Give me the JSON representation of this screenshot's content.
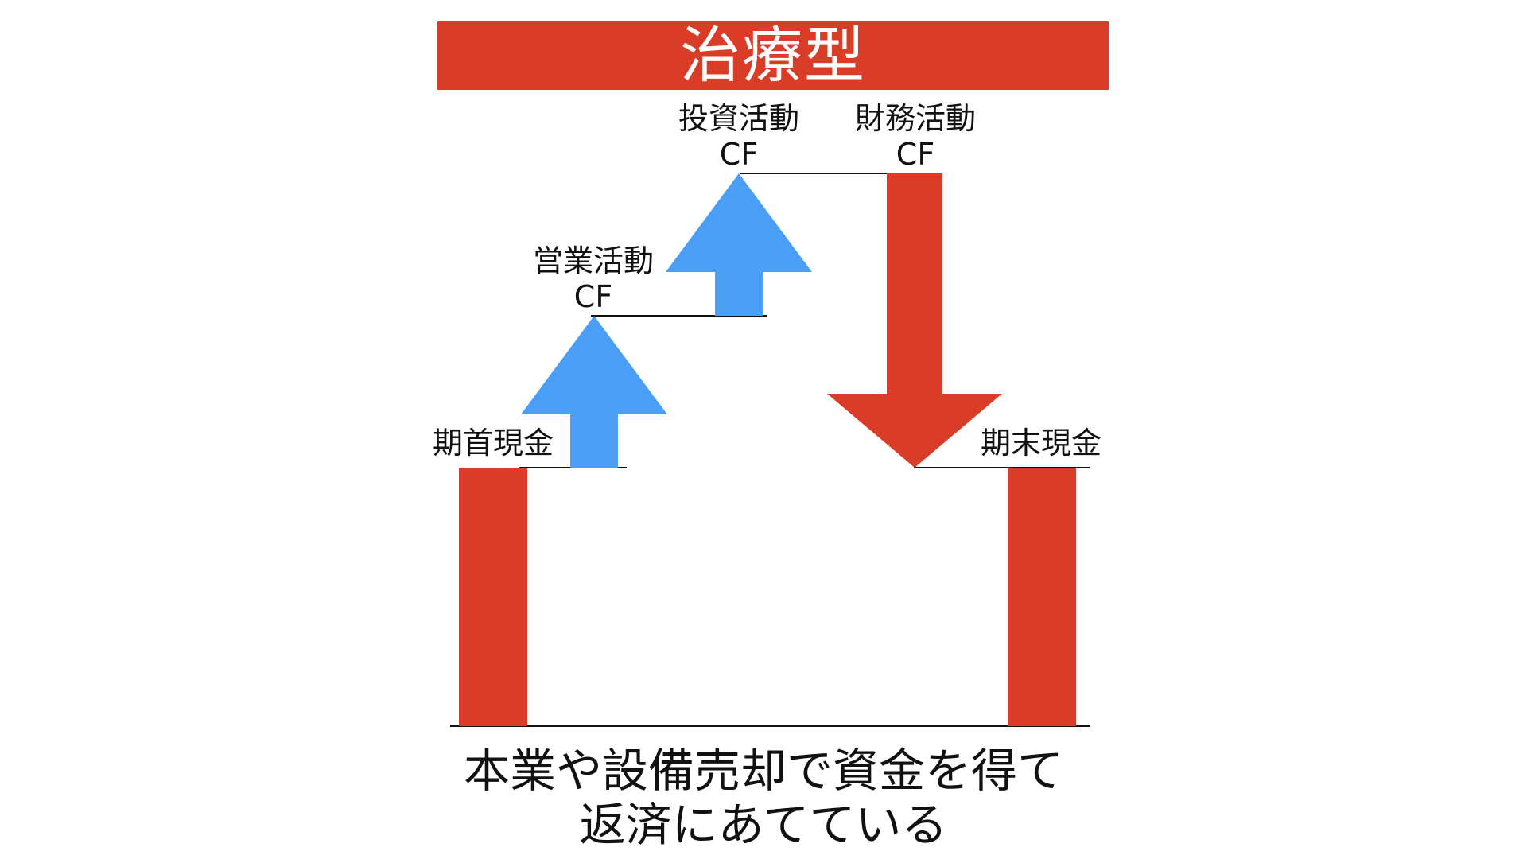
{
  "title": "治療型",
  "colors": {
    "banner": "#D93C27",
    "cash_bar": "#D93C27",
    "inflow_arrow": "#4A9EF6",
    "outflow_arrow": "#D93C27",
    "baseline": "#111111",
    "text": "#111111"
  },
  "items": {
    "opening_cash": "期首現金",
    "operating_cf": {
      "line1": "営業活動",
      "line2": "CF",
      "direction": "up"
    },
    "investing_cf": {
      "line1": "投資活動",
      "line2": "CF",
      "direction": "up"
    },
    "financing_cf": {
      "line1": "財務活動",
      "line2": "CF",
      "direction": "down"
    },
    "closing_cash": "期末現金"
  },
  "caption": {
    "line1": "本業や設備売却で資金を得て",
    "line2": "返済にあてている"
  }
}
